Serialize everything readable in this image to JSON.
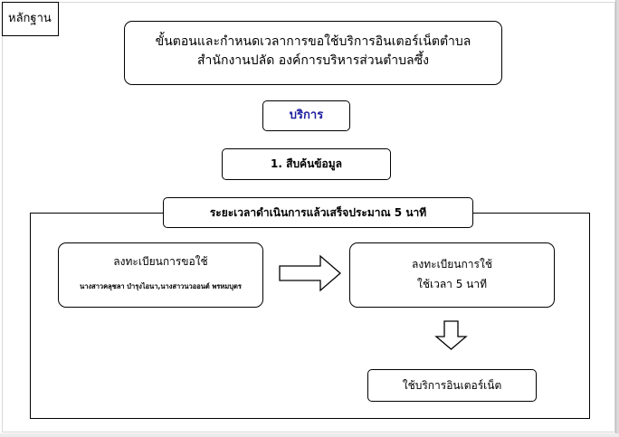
{
  "evidence_label": "หลักฐาน",
  "title": {
    "line1": "ขั้นตอนและกำหนดเวลาการขอใช้บริการอินเตอร์เน็ตตำบล",
    "line2": "สำนักงานปลัด องค์การบริหารส่วนตำบลซึ้ง"
  },
  "service_label": "บริการ",
  "step1_label": "1. สืบค้นข้อมูล",
  "duration_label": "ระยะเวลาดำเนินการแล้วเสร็จประมาณ 5 นาที",
  "left_box": {
    "heading": "ลงทะเบียนการขอใช้",
    "staff": "นางสาวคลุชลา บำรุงไอนา,นางสาวนวออนต์ พรหมบุตร"
  },
  "right_box": {
    "line1": "ลงทะเบียนการใช้",
    "line2": "ใช้เวลา 5 นาที"
  },
  "final_box_label": "ใช้บริการอินเตอร์เน็ต",
  "colors": {
    "service_text": "#1f1fa0",
    "border": "#000000"
  }
}
